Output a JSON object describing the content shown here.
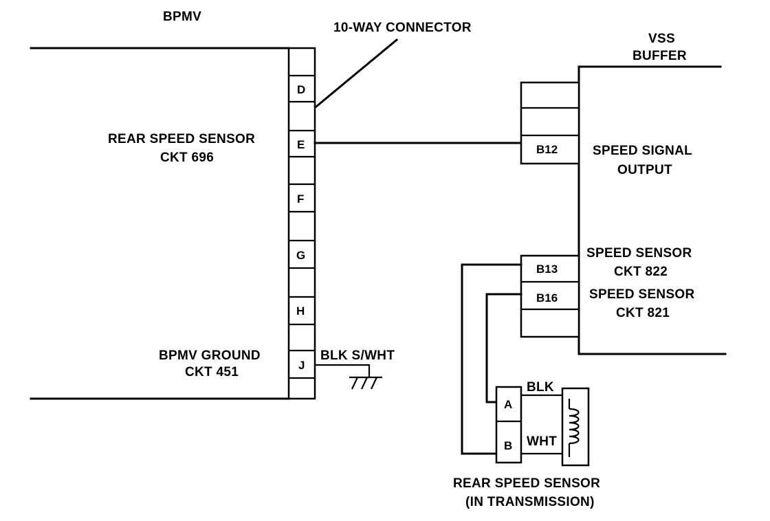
{
  "labels": {
    "bpmv": "BPMV",
    "connector": "10-WAY CONNECTOR",
    "vss_line1": "VSS",
    "vss_line2": "BUFFER",
    "rear_speed_sensor_line1": "REAR SPEED SENSOR",
    "rear_speed_sensor_line2": "CKT 696",
    "bpmv_ground_line1": "BPMV GROUND",
    "bpmv_ground_line2": "CKT 451",
    "ground_wire_color": "BLK S/WHT",
    "speed_signal_line1": "SPEED SIGNAL",
    "speed_signal_line2": "OUTPUT",
    "speed_sensor_822_line1": "SPEED SENSOR",
    "speed_sensor_822_line2": "CKT 822",
    "speed_sensor_821_line1": "SPEED SENSOR",
    "speed_sensor_821_line2": "CKT 821",
    "wire_blk": "BLK",
    "wire_wht": "WHT",
    "sensor_title_line1": "REAR SPEED SENSOR",
    "sensor_title_line2": "(IN TRANSMISSION)"
  },
  "connector_pins": [
    "D",
    "E",
    "F",
    "G",
    "H",
    "J"
  ],
  "buffer_pins": [
    "B12",
    "B13",
    "B16"
  ],
  "sensor_pins": [
    "A",
    "B"
  ]
}
